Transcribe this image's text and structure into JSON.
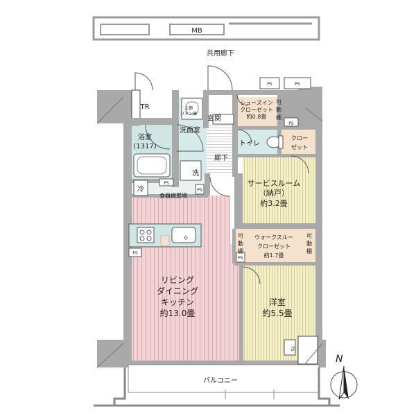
{
  "floorplan": {
    "mb": "MB",
    "corridor": "共用廊下",
    "tr": "TR",
    "linen": [
      "上部",
      "リネン庫"
    ],
    "shoes_closet": [
      "シューズイン",
      "クローゼット",
      "約0.8畳"
    ],
    "movable_shelf_top": [
      "可",
      "動",
      "棚"
    ],
    "entrance": "玄関",
    "hallway": "廊下",
    "bath": [
      "浴室",
      "(1317)"
    ],
    "washroom": "洗面室",
    "washer": "洗",
    "toilet": "トイレ",
    "closet": [
      "クロー",
      "ゼット"
    ],
    "fridge": "冷",
    "dish_shelf": "食器棚置場",
    "service_room": [
      "サービスルーム",
      "（納戸）",
      "約3.2畳"
    ],
    "walkin_closet": [
      "ウォークスルー",
      "クローゼット",
      "約1.7畳"
    ],
    "movable_shelf_left": [
      "可",
      "動",
      "棚"
    ],
    "movable_shelf_right": [
      "可",
      "動",
      "棚"
    ],
    "ldk": [
      "リビング",
      "ダイニング",
      "キッチン",
      "約13.0畳"
    ],
    "western_room": [
      "洋室",
      "約5.5畳"
    ],
    "balcony": "バルコニー",
    "ps": "PS",
    "north": "N",
    "colors": {
      "wall": "#a9a9a9",
      "ldk_floor": "#f1d3d5",
      "ldk_line": "#d9a9ad",
      "room_floor": "#f5f0c8",
      "room_line": "#d6cd96",
      "wet_floor": "#d6ebe9",
      "bath_floor": "#cfe6e4",
      "closet_floor": "#f4e2cc"
    }
  }
}
